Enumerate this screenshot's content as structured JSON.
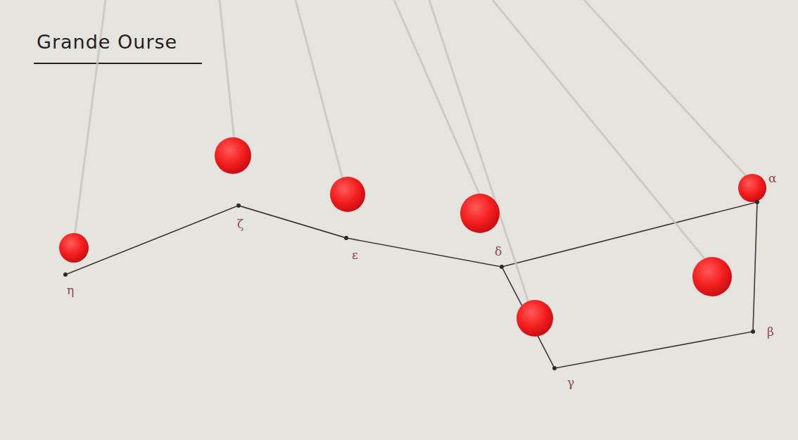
{
  "diagram": {
    "title": "Grande Ourse",
    "nodes": [
      {
        "text": [
          "η"
        ]
      },
      {
        "text": [
          "ζ"
        ]
      },
      {
        "text": [
          "ε"
        ]
      },
      {
        "text": [
          "δ"
        ]
      },
      {
        "text": [
          "γ"
        ]
      },
      {
        "text": [
          "β"
        ]
      },
      {
        "text": [
          "α"
        ]
      }
    ],
    "edges": [
      {
        "from": 0,
        "to": 1,
        "arrow": "none"
      },
      {
        "from": 1,
        "to": 2,
        "arrow": "none"
      },
      {
        "from": 2,
        "to": 3,
        "arrow": "none"
      },
      {
        "from": 3,
        "to": 6,
        "arrow": "none"
      },
      {
        "from": 6,
        "to": 5,
        "arrow": "none"
      },
      {
        "from": 5,
        "to": 4,
        "arrow": "none"
      },
      {
        "from": 4,
        "to": 3,
        "arrow": "none"
      }
    ]
  }
}
